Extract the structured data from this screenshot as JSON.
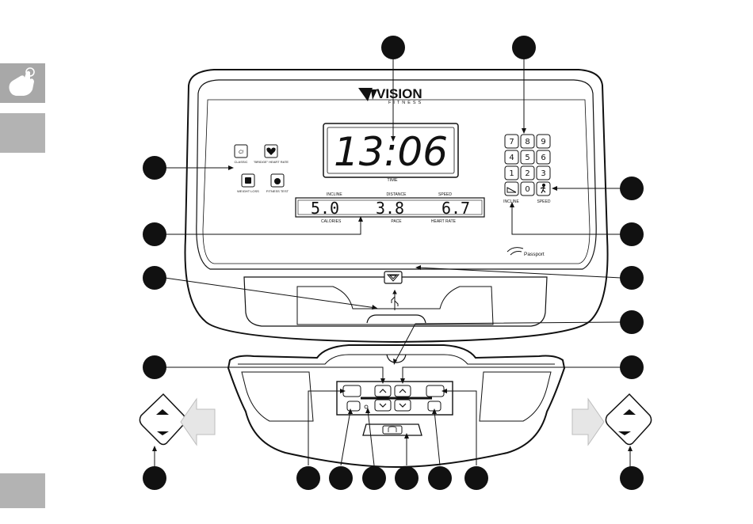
{
  "brand": {
    "name": "VISION",
    "sub": "FITNESS",
    "passport": "Passport"
  },
  "main_display": {
    "time_value": "13:06",
    "time_label": "TIME"
  },
  "matrix": {
    "top_labels": [
      "INCLINE",
      "DISTANCE",
      "SPEED"
    ],
    "values": [
      "5.0",
      "3.8",
      "6.7"
    ],
    "bottom_labels": [
      "CALORIES",
      "PACE",
      "HEART RATE"
    ]
  },
  "programs": [
    {
      "label": "CLASSIC",
      "icon": "classic-script-icon"
    },
    {
      "label": "\"BRIDGE\" HEART RATE",
      "icon": "heart-icon"
    },
    {
      "label": "WEIGHT LOSS",
      "icon": "scale-icon"
    },
    {
      "label": "FITNESS TEST",
      "icon": "apple-icon"
    }
  ],
  "keypad": {
    "keys": [
      "7",
      "8",
      "9",
      "4",
      "5",
      "6",
      "1",
      "2",
      "3"
    ],
    "zero": "0",
    "incline_label": "INCLINE",
    "speed_label": "SPEED",
    "incline_icon": "incline-ramp-icon",
    "speed_icon": "runner-icon"
  },
  "icons": {
    "side_tab": "hand-pointer-icon",
    "usb": "usb-icon",
    "logo_badge": "vision-v-icon",
    "arrow_left": "arrow-left-icon",
    "arrow_right": "arrow-right-icon"
  }
}
